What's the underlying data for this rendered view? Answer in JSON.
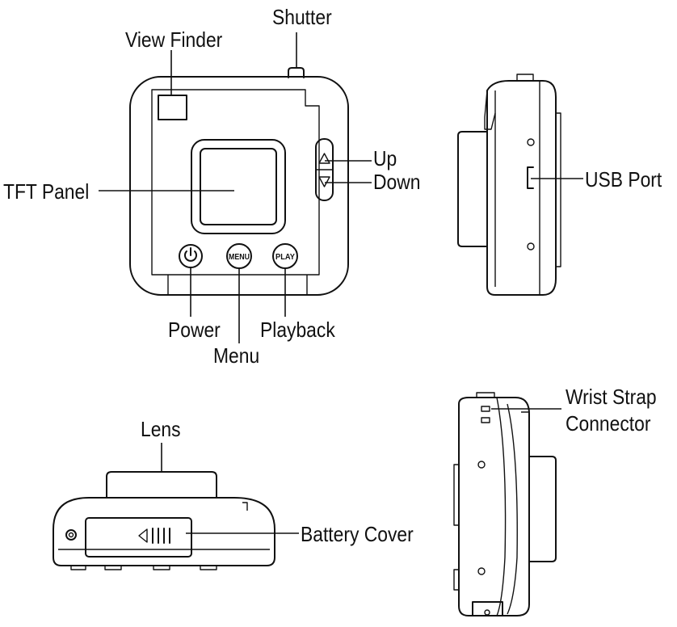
{
  "labels": {
    "shutter": "Shutter",
    "view_finder": "View Finder",
    "tft_panel": "TFT Panel",
    "up": "Up",
    "down": "Down",
    "power": "Power",
    "menu": "Menu",
    "playback": "Playback",
    "usb_port": "USB Port",
    "lens": "Lens",
    "battery_cover": "Battery Cover",
    "wrist_strap_line1": "Wrist Strap",
    "wrist_strap_line2": "Connector"
  },
  "buttons": {
    "menu": "MENU",
    "play": "PLAY"
  }
}
